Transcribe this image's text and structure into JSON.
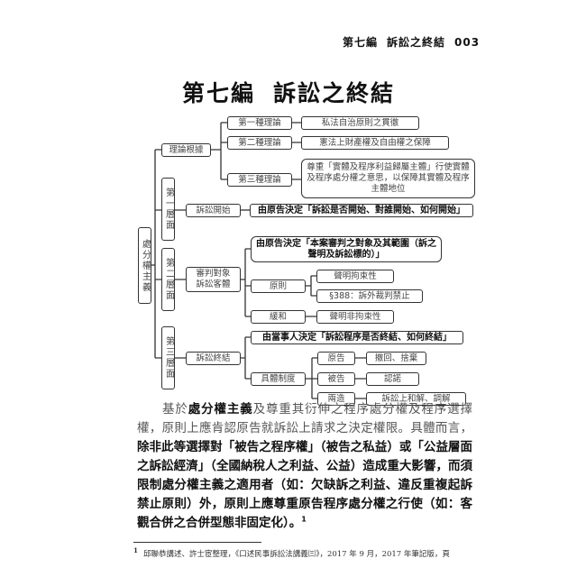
{
  "header": {
    "chapter": "第七編",
    "section": "訴訟之終結",
    "page_number": "003"
  },
  "title": {
    "part": "第七編",
    "name": "訴訟之終結"
  },
  "diagram": {
    "root": "處分權主義",
    "theory": {
      "label": "理論根據",
      "items": [
        {
          "label": "第一種理論",
          "desc": "私法自治原則之貫徹"
        },
        {
          "label": "第二種理論",
          "desc": "憲法上財產權及自由權之保障"
        },
        {
          "label": "第三種理論",
          "desc": "尊重「實體及程序利益歸屬主體」行使實體及程序處分權之意思，以保障其實體及程序主體地位"
        }
      ]
    },
    "layer1": {
      "label": "第一層面",
      "topic": "訴訟開始",
      "rule": "由原告決定「訴訟是否開始、對誰開始、如何開始」"
    },
    "layer2": {
      "label": "第二層面",
      "topic": "審判對象訴訟客體",
      "rule": "由原告決定「本案審判之對象及其範圍（訴之聲明及訴訟標的）」",
      "principle": "原則",
      "principle_items": [
        "聲明拘束性",
        "§388：訴外裁判禁止"
      ],
      "relax": "緩和",
      "relax_item": "聲明非拘束性"
    },
    "layer3": {
      "label": "第三層面",
      "topic": "訴訟終結",
      "rule": "由當事人決定「訴訟程序是否終結、如何終結」",
      "system": "具體制度",
      "parties": [
        {
          "who": "原告",
          "act": "撤回、捨棄"
        },
        {
          "who": "被告",
          "act": "認諾"
        },
        {
          "who": "兩造",
          "act": "訴訟上和解、調解"
        }
      ]
    }
  },
  "paragraph": [
    {
      "t": "基於"
    },
    {
      "t": "處分權主義",
      "b": true
    },
    {
      "t": "及尊重其衍伸之程序處分權及程序選擇權，原則上應肯認原告就訴訟上請求之決定權限。具體而言，"
    },
    {
      "t": "除非此等選擇對「被告之程序權」（被告之私益）或「公益層面之訴訟經濟」（全國納稅人之利益、公益）造成重大影響，而須限制處分權主義之適用者（如：欠缺訴之利益、違反重複起訴禁止原則）外，原則上應尊重原告程序處分權之行使（如：客觀合併之合併型態非固定化）。",
      "b": true
    },
    {
      "t": "1",
      "sup": true
    }
  ],
  "footnote": {
    "mark": "1",
    "text": "邱聯恭講述、許士宦整理，《口述民事訴訟法講義㈢》，2017 年 9 月，2017 年筆記版，頁"
  }
}
